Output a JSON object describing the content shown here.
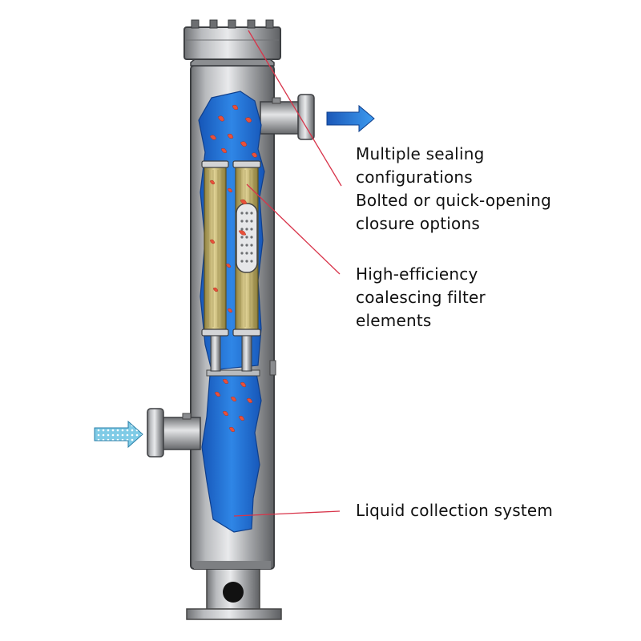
{
  "callouts": {
    "sealing": {
      "lines": [
        "Multiple sealing",
        "configurations",
        "Bolted or quick-opening",
        "closure options"
      ]
    },
    "filters": {
      "lines": [
        "High-efficiency",
        "coalescing filter",
        "elements"
      ]
    },
    "collection": {
      "lines": [
        "Liquid collection system"
      ]
    }
  },
  "colors": {
    "leader_line": "#d8344a",
    "liquid": "#1f6fd8",
    "droplet": "#e8503a",
    "steel": "#a8aaad",
    "filter_media": "#c9b86a",
    "outlet_arrow": "#1a5fc4",
    "inlet_arrow": "#8fd3ea"
  }
}
